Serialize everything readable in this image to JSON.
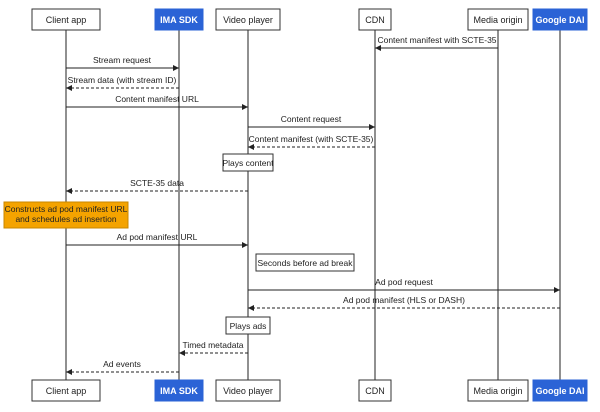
{
  "participants": [
    {
      "id": "client",
      "label": "Client app"
    },
    {
      "id": "ima",
      "label": "IMA SDK",
      "highlight": true
    },
    {
      "id": "player",
      "label": "Video player"
    },
    {
      "id": "cdn",
      "label": "CDN"
    },
    {
      "id": "origin",
      "label": "Media origin"
    },
    {
      "id": "dai",
      "label": "Google DAI",
      "highlight": true
    }
  ],
  "messages": [
    {
      "from": "origin",
      "to": "cdn",
      "label": "Content manifest with SCTE-35",
      "dashed": false
    },
    {
      "from": "client",
      "to": "ima",
      "label": "Stream request",
      "dashed": false
    },
    {
      "from": "ima",
      "to": "client",
      "label": "Stream data (with stream ID)",
      "dashed": true
    },
    {
      "from": "client",
      "to": "player",
      "label": "Content manifest URL",
      "dashed": false
    },
    {
      "from": "player",
      "to": "cdn",
      "label": "Content request",
      "dashed": false
    },
    {
      "from": "cdn",
      "to": "player",
      "label": "Content manifest (with SCTE-35)",
      "dashed": true
    },
    {
      "note": "Plays content"
    },
    {
      "from": "player",
      "to": "client",
      "label": "SCTE-35 data",
      "dashed": true
    },
    {
      "note": "Constructs ad pod manifest URL and schedules ad insertion"
    },
    {
      "from": "client",
      "to": "player",
      "label": "Ad pod manifest URL",
      "dashed": false
    },
    {
      "note": "Seconds before ad break"
    },
    {
      "from": "player",
      "to": "dai",
      "label": "Ad pod request",
      "dashed": false
    },
    {
      "from": "dai",
      "to": "player",
      "label": "Ad pod manifest (HLS or DASH)",
      "dashed": true
    },
    {
      "note": "Plays ads"
    },
    {
      "from": "player",
      "to": "ima",
      "label": "Timed metadata",
      "dashed": true
    },
    {
      "from": "ima",
      "to": "client",
      "label": "Ad events",
      "dashed": true
    }
  ],
  "colors": {
    "highlight": "#2b63d6",
    "note_highlight": "#f4a300",
    "line": "#222222",
    "box_border": "#333333"
  }
}
